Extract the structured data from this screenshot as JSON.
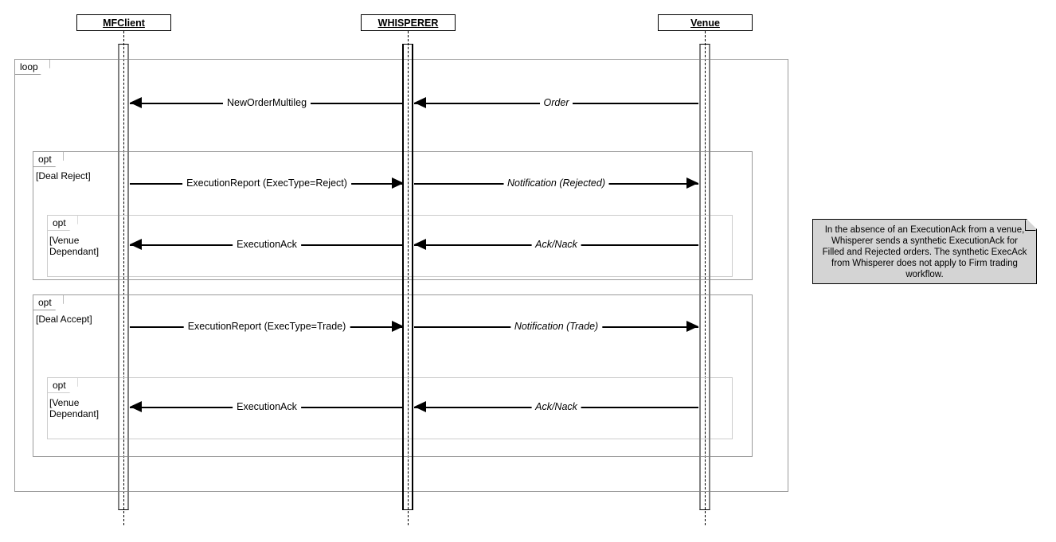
{
  "diagram": {
    "type": "uml-sequence-diagram",
    "title": ""
  },
  "lifelines": [
    {
      "name": "MFClient",
      "label": "MFClient"
    },
    {
      "name": "WHISPERER",
      "label": "WHISPERER"
    },
    {
      "name": "Venue",
      "label": "Venue"
    }
  ],
  "fragments": [
    {
      "operator": "loop",
      "guard": ""
    },
    {
      "operator": "opt",
      "guard": "[Deal Reject]"
    },
    {
      "operator": "opt",
      "guard": "[Venue\nDependant]"
    },
    {
      "operator": "opt",
      "guard": "[Deal Accept]"
    },
    {
      "operator": "opt",
      "guard": "[Venue\nDependant]"
    }
  ],
  "messages": [
    {
      "label": "NewOrderMultileg",
      "from": "WHISPERER",
      "to": "MFClient",
      "direction": "left",
      "italic": false
    },
    {
      "label": "Order",
      "from": "Venue",
      "to": "WHISPERER",
      "direction": "left",
      "italic": true
    },
    {
      "label": "ExecutionReport (ExecType=Reject)",
      "from": "MFClient",
      "to": "WHISPERER",
      "direction": "right",
      "italic": false
    },
    {
      "label": "Notification (Rejected)",
      "from": "WHISPERER",
      "to": "Venue",
      "direction": "right",
      "italic": true
    },
    {
      "label": "ExecutionAck",
      "from": "WHISPERER",
      "to": "MFClient",
      "direction": "left",
      "italic": false
    },
    {
      "label": "Ack/Nack",
      "from": "Venue",
      "to": "WHISPERER",
      "direction": "left",
      "italic": true
    },
    {
      "label": "ExecutionReport (ExecType=Trade)",
      "from": "MFClient",
      "to": "WHISPERER",
      "direction": "right",
      "italic": false
    },
    {
      "label": "Notification (Trade)",
      "from": "WHISPERER",
      "to": "Venue",
      "direction": "right",
      "italic": true
    },
    {
      "label": "ExecutionAck",
      "from": "WHISPERER",
      "to": "MFClient",
      "direction": "left",
      "italic": false
    },
    {
      "label": "Ack/Nack",
      "from": "Venue",
      "to": "WHISPERER",
      "direction": "left",
      "italic": true
    }
  ],
  "note": {
    "text": "In the absence of an ExecutionAck from a venue, Whisperer sends a synthetic ExecutionAck for Filled and Rejected orders. The synthetic ExecAck from Whisperer does not apply to Firm trading workflow."
  },
  "colors": {
    "background": "#ffffff",
    "line": "#000000",
    "fragment_border": "#9a9a9a",
    "nested_fragment_border": "#cdcdcd",
    "activation_gray": "#808080",
    "note_fill": "#d4d4d4"
  }
}
